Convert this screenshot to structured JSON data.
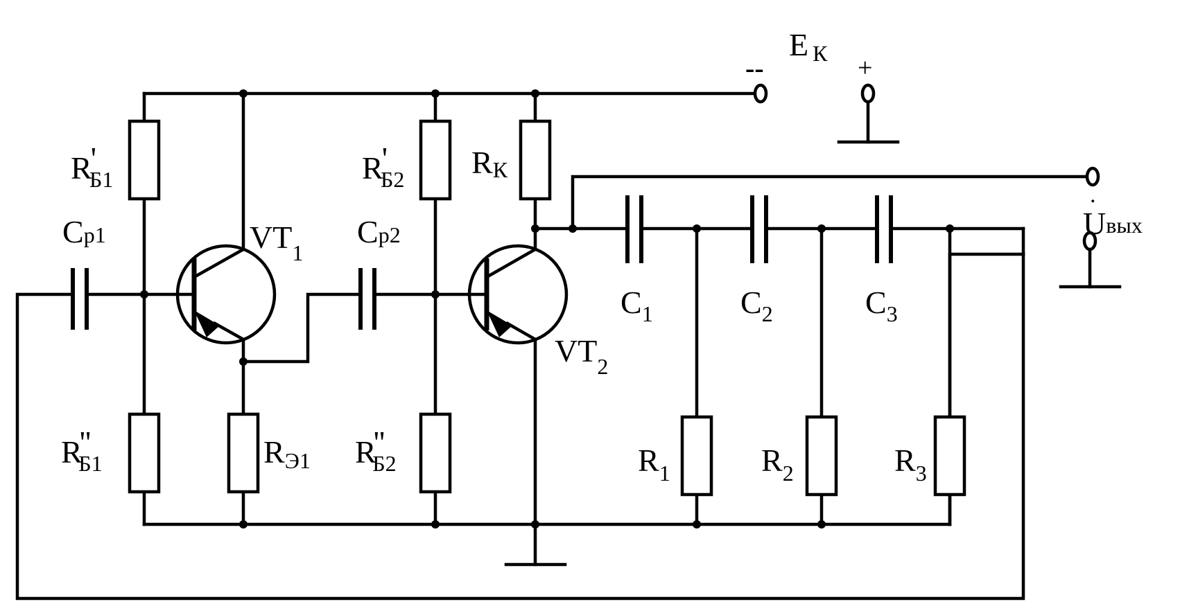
{
  "labels": {
    "rb1p": "R",
    "rb1p_sub": "Б1",
    "rb1p_prime": "'",
    "rb1pp": "R",
    "rb1pp_sub": "Б1",
    "rb1pp_prime": "''",
    "rb2p": "R",
    "rb2p_sub": "Б2",
    "rb2p_prime": "'",
    "rb2pp": "R",
    "rb2pp_sub": "Б2",
    "rb2pp_prime": "''",
    "rk": "R",
    "rk_sub": "К",
    "re1": "R",
    "re1_sub": "Э1",
    "cp1": "C",
    "cp1_sub": "р1",
    "cp2": "C",
    "cp2_sub": "р2",
    "vt1": "VT",
    "vt1_sub": "1",
    "vt2": "VT",
    "vt2_sub": "2",
    "c1": "C",
    "c1_sub": "1",
    "c2": "C",
    "c2_sub": "2",
    "c3": "C",
    "c3_sub": "3",
    "r1": "R",
    "r1_sub": "1",
    "r2": "R",
    "r2_sub": "2",
    "r3": "R",
    "r3_sub": "3",
    "ek": "E",
    "ek_sub": "К",
    "minus": "--",
    "plus": "+",
    "uout": "U",
    "uout_sub": "вых",
    "uout_dot": "."
  }
}
